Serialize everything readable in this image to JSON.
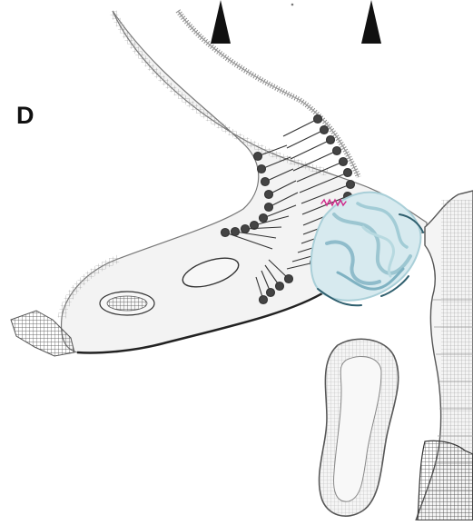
{
  "figure": {
    "panel_label": "D"
  },
  "colors": {
    "background": "#ffffff",
    "mesh_stroke": "#8a8a8a",
    "mesh_dark": "#2a2a2a",
    "lipid_head": "#444444",
    "protein_ribbon": "#a9cfd8",
    "protein_dark": "#2f5f6e",
    "helix_magenta": "#d02a8a",
    "marker": "#111111"
  },
  "icons": {
    "markers": [
      "triangle-marker",
      "triangle-marker"
    ]
  }
}
